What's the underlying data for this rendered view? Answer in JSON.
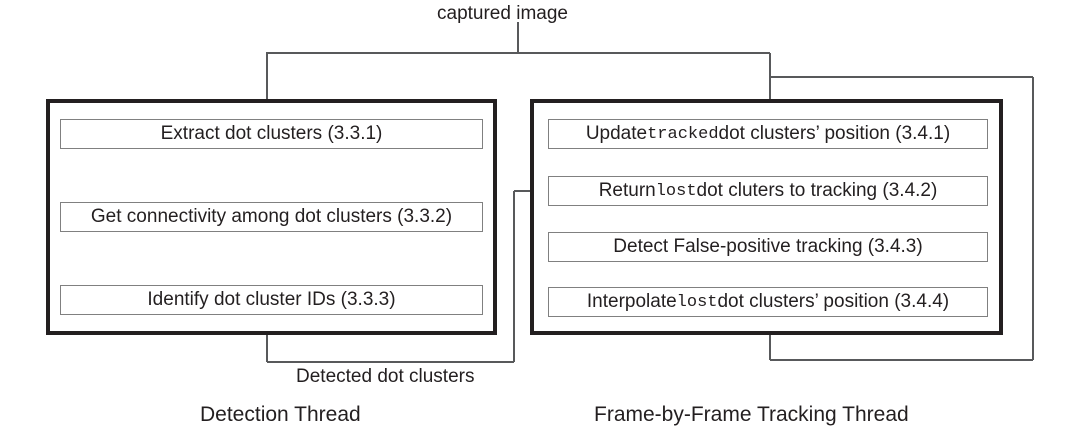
{
  "diagram": {
    "title_caption": "captured image",
    "mid_caption": "Detected dot clusters",
    "threads": [
      {
        "id": "detection",
        "caption": "Detection Thread"
      },
      {
        "id": "tracking",
        "caption": "Frame-by-Frame Tracking Thread"
      }
    ],
    "detection_steps": [
      {
        "prefix": "Extract dot clusters (3.3.1)",
        "mono": "",
        "suffix": "",
        "section": "3.3.1"
      },
      {
        "prefix": "Get connectivity among dot clusters (3.3.2)",
        "mono": "",
        "suffix": "",
        "section": "3.3.2"
      },
      {
        "prefix": "Identify dot cluster IDs (3.3.3)",
        "mono": "",
        "suffix": "",
        "section": "3.3.3"
      }
    ],
    "tracking_steps": [
      {
        "prefix": "Update ",
        "mono": "tracked",
        "suffix": " dot clusters’ position (3.4.1)",
        "section": "3.4.1"
      },
      {
        "prefix": "Return ",
        "mono": "lost",
        "suffix": " dot cluters to tracking (3.4.2)",
        "section": "3.4.2"
      },
      {
        "prefix": "Detect False-positive tracking (3.4.3)",
        "mono": "",
        "suffix": "",
        "section": "3.4.3"
      },
      {
        "prefix": "Interpolate ",
        "mono": "lost",
        "suffix": " dot clusters’ position (3.4.4)",
        "section": "3.4.4"
      }
    ],
    "colors": {
      "line": "#58595b",
      "outer_border": "#231f20",
      "step_border": "#808080",
      "text": "#231f20",
      "background": "#ffffff"
    }
  }
}
